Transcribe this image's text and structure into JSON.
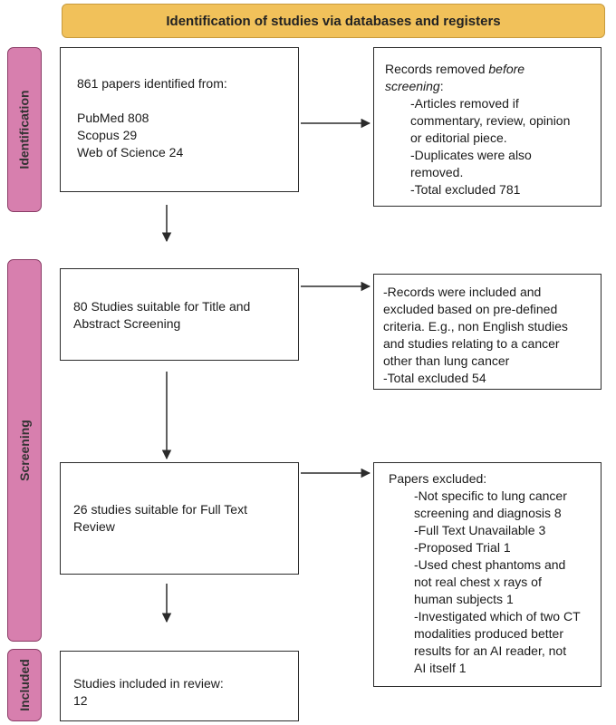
{
  "header": {
    "title": "Identification of studies via databases and registers"
  },
  "phases": {
    "identification": "Identification",
    "screening": "Screening",
    "included": "Included"
  },
  "boxes": {
    "identified": {
      "title": "861 papers identified from:",
      "sources": [
        "PubMed 808",
        "Scopus 29",
        "Web of Science 24"
      ]
    },
    "removed": {
      "intro": "Records removed ",
      "intro_em": "before",
      "intro2": "screening",
      "intro2_tail": ":",
      "items": [
        "-Articles removed if",
        "commentary, review, opinion",
        "or editorial piece.",
        "-Duplicates were also",
        "removed.",
        "-Total excluded 781"
      ]
    },
    "title_abstract": {
      "lines": [
        "80 Studies suitable for Title and",
        "Abstract Screening"
      ]
    },
    "criteria": {
      "lines": [
        "-Records were included and",
        "excluded based on pre-defined",
        "criteria. E.g., non English studies",
        "and studies relating to a cancer",
        "other than lung cancer",
        "-Total excluded 54"
      ]
    },
    "full_text": {
      "lines": [
        "26 studies suitable for Full Text",
        "Review"
      ]
    },
    "papers_excluded": {
      "title": "Papers excluded:",
      "items": [
        "-Not specific to lung cancer",
        "screening and diagnosis 8",
        "-Full Text Unavailable 3",
        "-Proposed Trial 1",
        "-Used chest phantoms and",
        "not real chest x rays of",
        "human subjects 1",
        "-Investigated which of two CT",
        "modalities produced better",
        "results for an AI reader, not",
        "AI itself 1"
      ]
    },
    "included": {
      "lines": [
        "Studies included in review:",
        "12"
      ]
    }
  }
}
